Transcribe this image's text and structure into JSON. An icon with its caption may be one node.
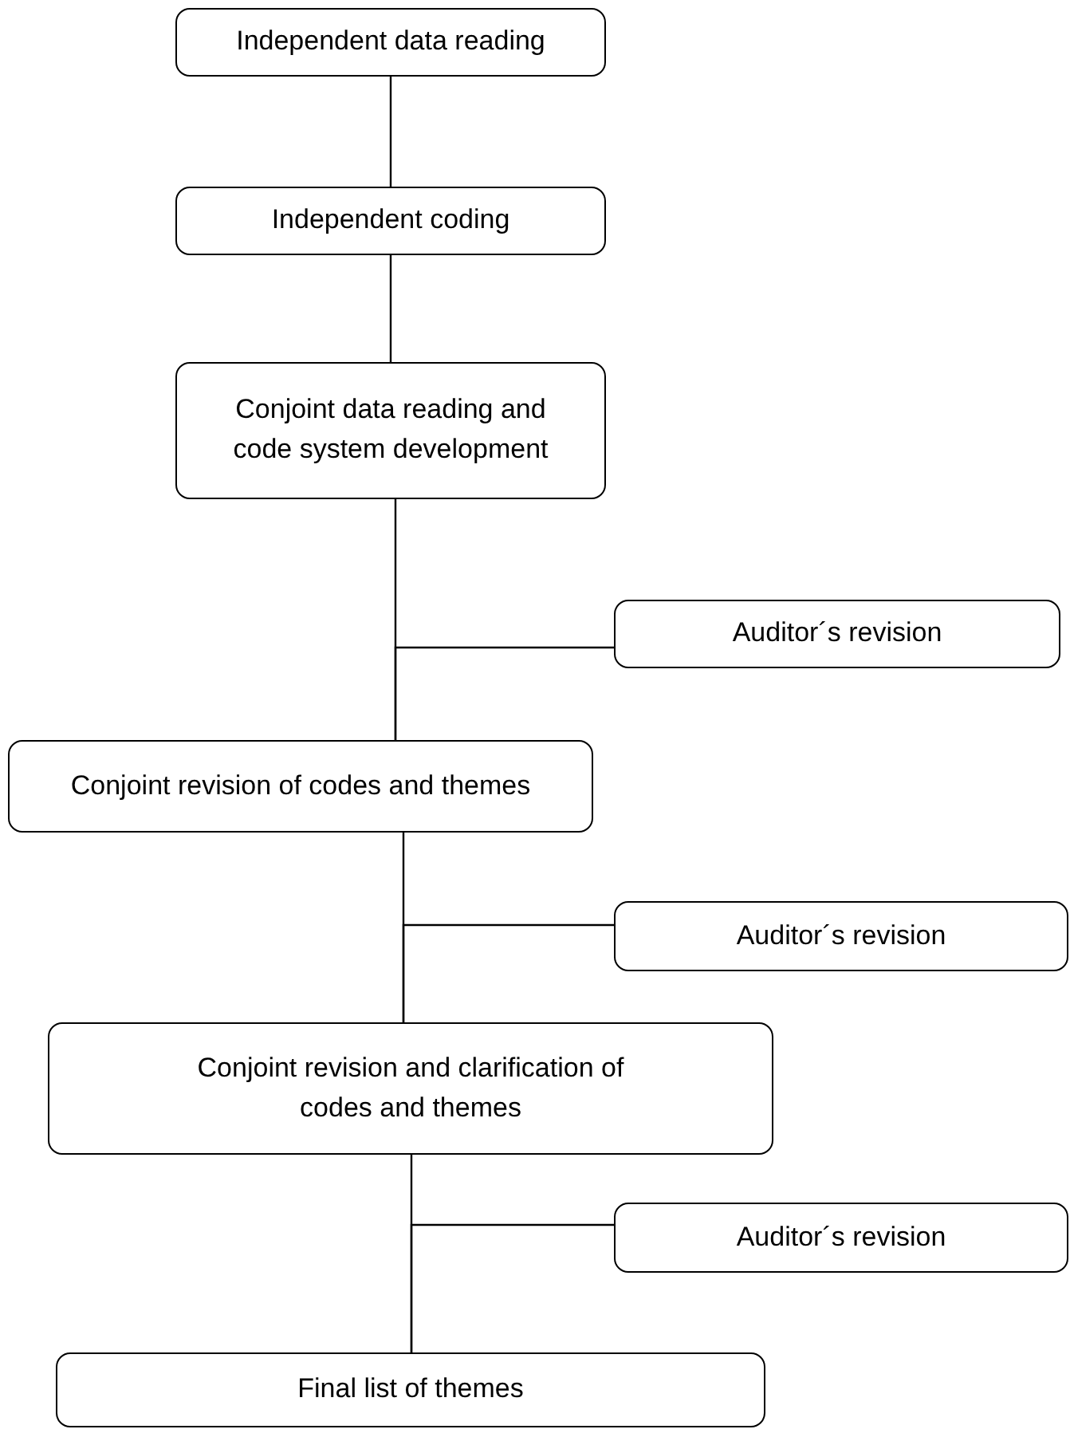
{
  "diagram": {
    "nodes": [
      {
        "text": [
          "Independent data reading"
        ]
      },
      {
        "text": [
          "Independent coding"
        ]
      },
      {
        "text": [
          "Conjoint data reading and code system development"
        ]
      },
      {
        "text": [
          "Auditor´s revision"
        ]
      },
      {
        "text": [
          "Conjoint revision of codes and themes"
        ]
      },
      {
        "text": [
          "Auditor´s revision"
        ]
      },
      {
        "text": [
          "Conjoint revision and clarification of codes and themes"
        ]
      },
      {
        "text": [
          "Auditor´s revision"
        ]
      },
      {
        "text": [
          "Final list of themes"
        ]
      }
    ],
    "edges": [
      {
        "from": 0,
        "to": 1,
        "arrow": "none"
      },
      {
        "from": 1,
        "to": 2,
        "arrow": "none"
      },
      {
        "from": 2,
        "to": 4,
        "arrow": "none"
      },
      {
        "from": 3,
        "to": 4,
        "arrow": "none"
      },
      {
        "from": 4,
        "to": 6,
        "arrow": "none"
      },
      {
        "from": 5,
        "to": 6,
        "arrow": "none"
      },
      {
        "from": 6,
        "to": 8,
        "arrow": "none"
      },
      {
        "from": 7,
        "to": 8,
        "arrow": "none"
      }
    ]
  }
}
